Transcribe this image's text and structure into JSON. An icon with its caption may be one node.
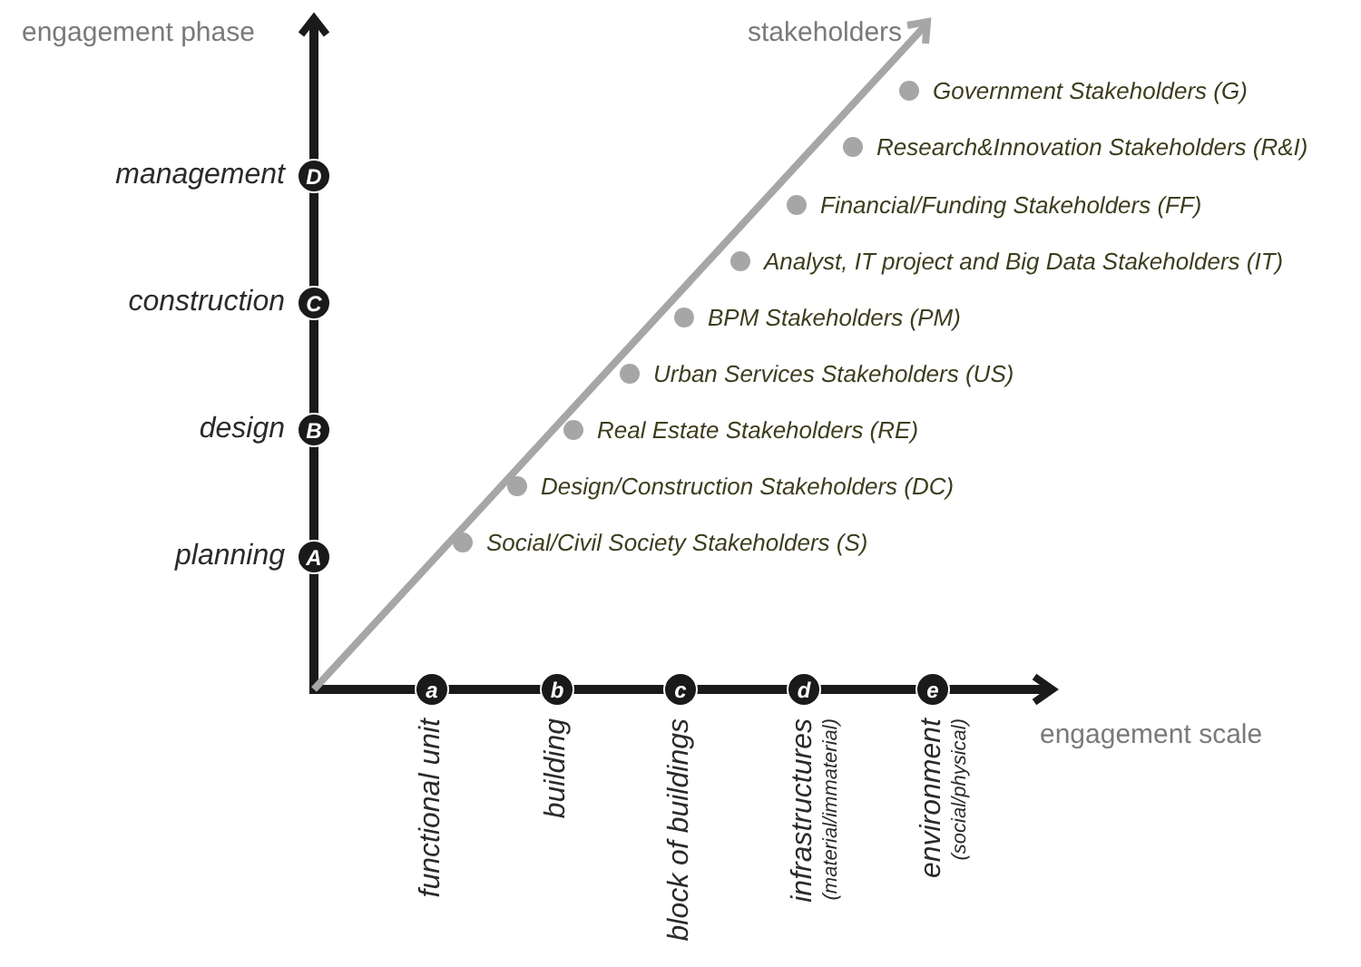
{
  "diagram": {
    "nodes": [
      {
        "text": [
          "A"
        ],
        "beside": [
          "planning"
        ]
      },
      {
        "text": [
          "B"
        ],
        "beside": [
          "design"
        ]
      },
      {
        "text": [
          "C"
        ],
        "beside": [
          "construction"
        ]
      },
      {
        "text": [
          "D"
        ],
        "beside": [
          "management"
        ]
      },
      {
        "text": [
          "a"
        ],
        "beside": [
          "functional unit"
        ]
      },
      {
        "text": [
          "b"
        ],
        "beside": [
          "building"
        ]
      },
      {
        "text": [
          "c"
        ],
        "beside": [
          "block of buildings"
        ]
      },
      {
        "text": [
          "d"
        ],
        "beside": [
          "infrastructures",
          "(material/immaterial)"
        ]
      },
      {
        "text": [
          "e"
        ],
        "beside": [
          "environment",
          "(social/physical)"
        ]
      },
      {
        "text": [],
        "shape": "circle",
        "beside": [
          "Social/Civil Society Stakeholders (S)"
        ]
      },
      {
        "text": [],
        "shape": "circle",
        "beside": [
          "Design/Construction Stakeholders (DC)"
        ]
      },
      {
        "text": [],
        "shape": "circle",
        "beside": [
          "Real Estate Stakeholders (RE)"
        ]
      },
      {
        "text": [],
        "shape": "circle",
        "beside": [
          "Urban Services Stakeholders (US)"
        ]
      },
      {
        "text": [],
        "shape": "circle",
        "beside": [
          "BPM Stakeholders (PM)"
        ]
      },
      {
        "text": [],
        "shape": "circle",
        "beside": [
          "Analyst, IT project and Big Data Stakeholders (IT)"
        ]
      },
      {
        "text": [],
        "shape": "circle",
        "beside": [
          "Financial/Funding Stakeholders (FF)"
        ]
      },
      {
        "text": [],
        "shape": "circle",
        "beside": [
          "Research&Innovation Stakeholders (R&I)"
        ]
      },
      {
        "text": [],
        "shape": "circle",
        "beside": [
          "Government Stakeholders (G)"
        ]
      }
    ],
    "labels": [
      "engagement phase",
      "stakeholders",
      "engagement scale"
    ]
  }
}
